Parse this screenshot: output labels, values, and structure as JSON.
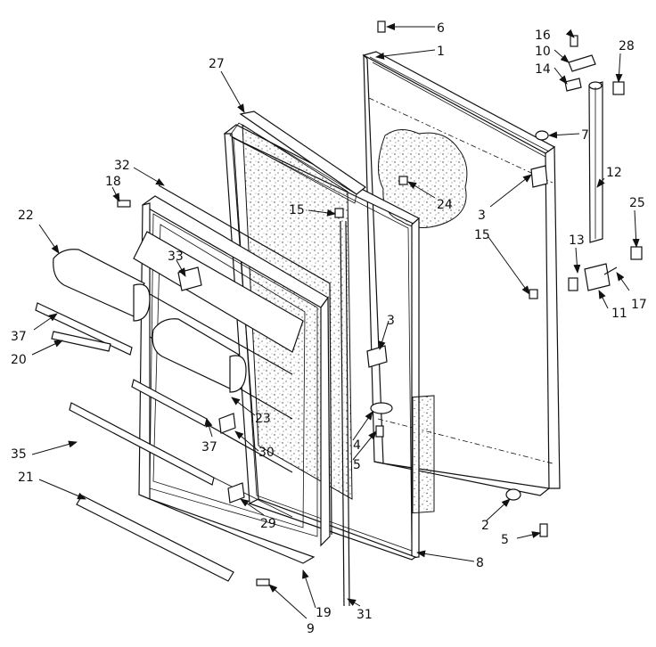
{
  "callouts": [
    {
      "id": "c1",
      "text": "1"
    },
    {
      "id": "c2",
      "text": "2"
    },
    {
      "id": "c3a",
      "text": "3"
    },
    {
      "id": "c3b",
      "text": "3"
    },
    {
      "id": "c4",
      "text": "4"
    },
    {
      "id": "c5a",
      "text": "5"
    },
    {
      "id": "c5b",
      "text": "5"
    },
    {
      "id": "c6",
      "text": "6"
    },
    {
      "id": "c7",
      "text": "7"
    },
    {
      "id": "c8",
      "text": "8"
    },
    {
      "id": "c9",
      "text": "9"
    },
    {
      "id": "c10",
      "text": "10"
    },
    {
      "id": "c11",
      "text": "11"
    },
    {
      "id": "c12",
      "text": "12"
    },
    {
      "id": "c13",
      "text": "13"
    },
    {
      "id": "c14",
      "text": "14"
    },
    {
      "id": "c15a",
      "text": "15"
    },
    {
      "id": "c15b",
      "text": "15"
    },
    {
      "id": "c16",
      "text": "16"
    },
    {
      "id": "c17",
      "text": "17"
    },
    {
      "id": "c18",
      "text": "18"
    },
    {
      "id": "c19",
      "text": "19"
    },
    {
      "id": "c20",
      "text": "20"
    },
    {
      "id": "c21",
      "text": "21"
    },
    {
      "id": "c22",
      "text": "22"
    },
    {
      "id": "c23",
      "text": "23"
    },
    {
      "id": "c24",
      "text": "24"
    },
    {
      "id": "c25",
      "text": "25"
    },
    {
      "id": "c27",
      "text": "27"
    },
    {
      "id": "c28",
      "text": "28"
    },
    {
      "id": "c29",
      "text": "29"
    },
    {
      "id": "c30",
      "text": "30"
    },
    {
      "id": "c31",
      "text": "31"
    },
    {
      "id": "c32",
      "text": "32"
    },
    {
      "id": "c33",
      "text": "33"
    },
    {
      "id": "c35",
      "text": "35"
    },
    {
      "id": "c37a",
      "text": "37"
    },
    {
      "id": "c37b",
      "text": "37"
    }
  ]
}
